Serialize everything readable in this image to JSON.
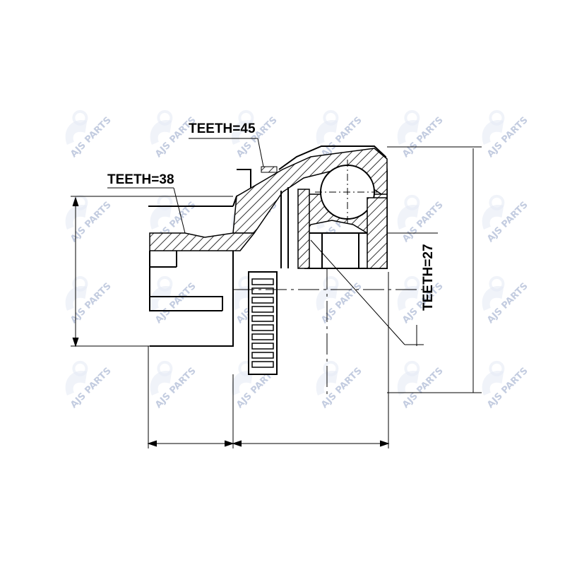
{
  "drawing": {
    "labels": {
      "teeth_45": "TEETH=45",
      "teeth_38": "TEETH=38",
      "teeth_27": "TEETH=27"
    }
  },
  "watermark": {
    "text": "AJS PARTS",
    "color": "#3b5a99"
  },
  "colors": {
    "line": "#000000",
    "background": "#ffffff"
  }
}
